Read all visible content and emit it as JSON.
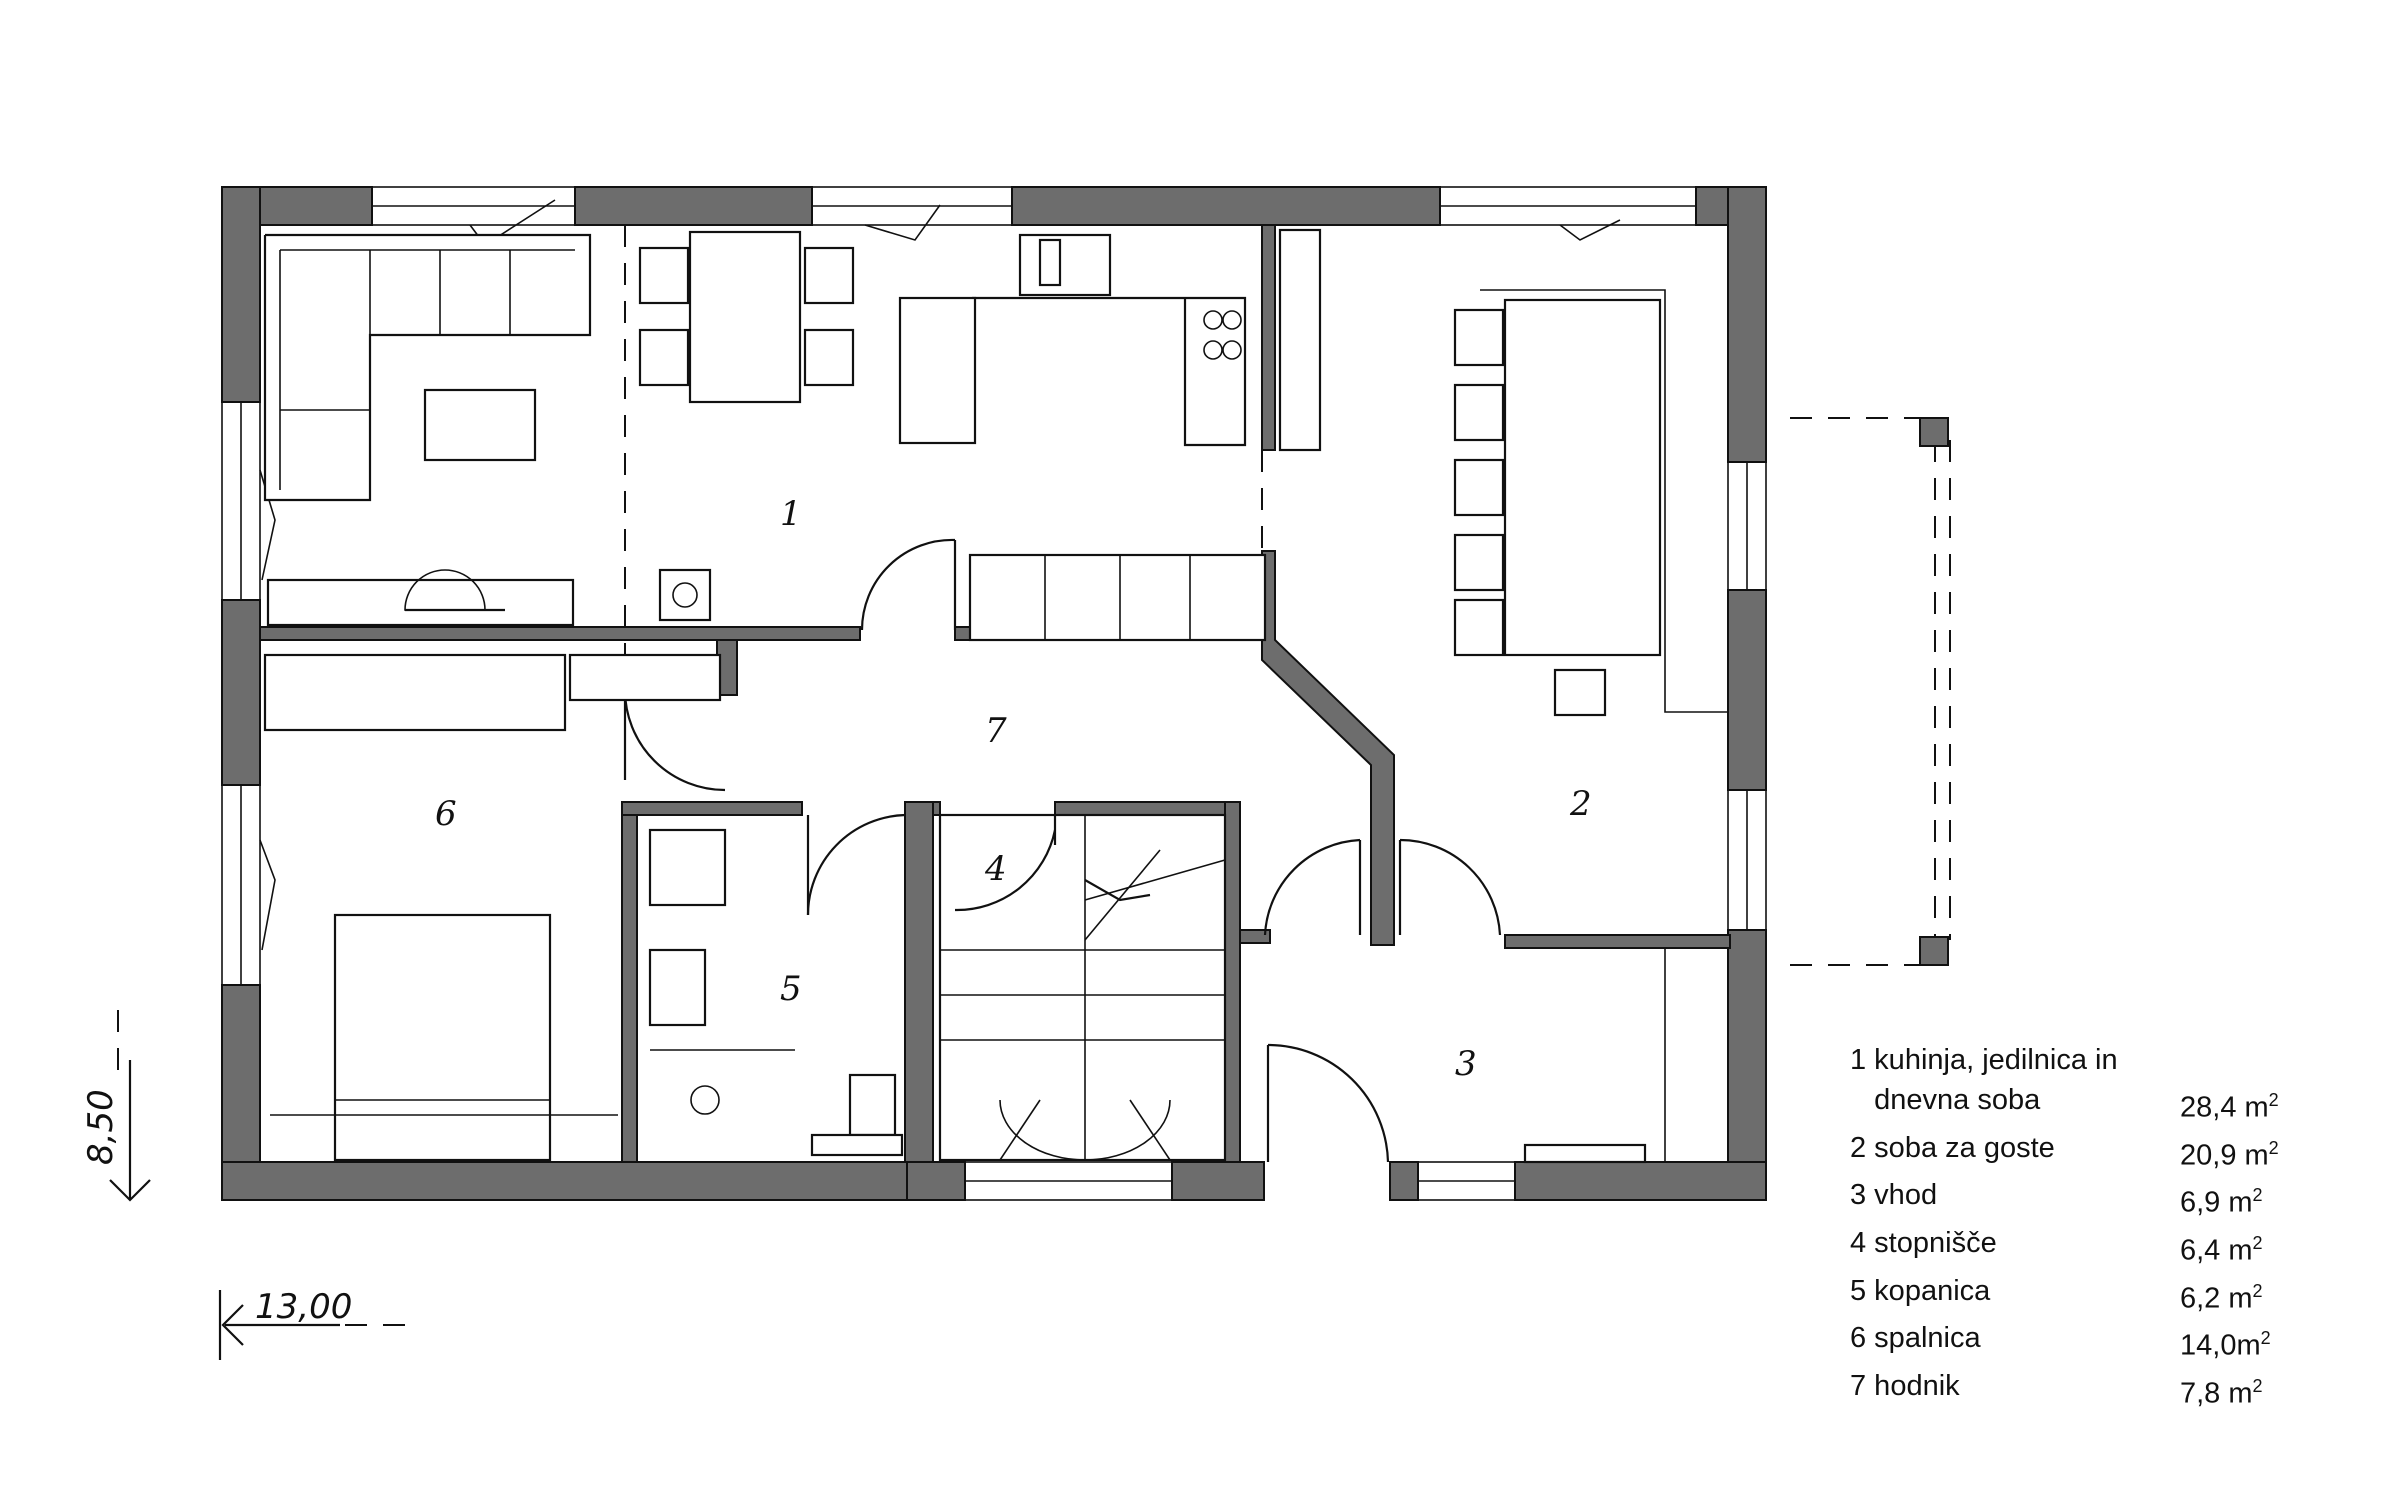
{
  "rooms": [
    {
      "num": "1"
    },
    {
      "num": "2"
    },
    {
      "num": "3"
    },
    {
      "num": "4"
    },
    {
      "num": "5"
    },
    {
      "num": "6"
    },
    {
      "num": "7"
    }
  ],
  "dimensions": {
    "height": "8,50",
    "width": "13,00"
  },
  "legend": [
    {
      "label": "1 kuhinja, jedilnica in",
      "area": ""
    },
    {
      "label": "   dnevna soba",
      "area": "28,4 m",
      "unit_exp": "2"
    },
    {
      "label": "2 soba za goste",
      "area": "20,9 m",
      "unit_exp": "2"
    },
    {
      "label": "3 vhod",
      "area": "6,9 m",
      "unit_exp": "2"
    },
    {
      "label": "4 stopnišče",
      "area": "6,4 m",
      "unit_exp": "2"
    },
    {
      "label": "5 kopanica",
      "area": "6,2 m",
      "unit_exp": "2"
    },
    {
      "label": "6 spalnica",
      "area": "14,0m",
      "unit_exp": "2"
    },
    {
      "label": "7 hodnik",
      "area": "7,8 m",
      "unit_exp": "2"
    }
  ]
}
